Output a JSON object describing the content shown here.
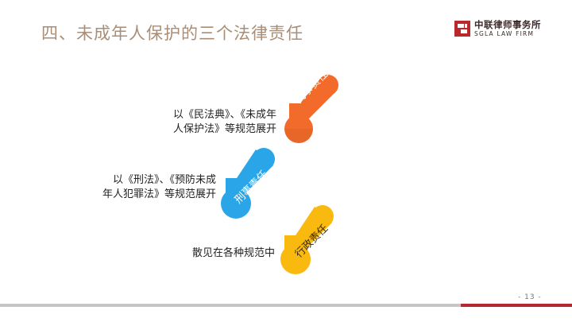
{
  "slide": {
    "title": "四、未成年人保护的三个法律责任",
    "page_number": "- 13 -"
  },
  "logo": {
    "name_cn": "中联律师事务所",
    "name_en": "SGLA LAW FIRM"
  },
  "items": [
    {
      "label": "民事责任",
      "desc_lines": [
        "以《民法典》、《未成年",
        "人保护法》等规范展开"
      ],
      "color": "#f26b2a"
    },
    {
      "label": "刑事责任",
      "desc_lines": [
        "以《刑法》、《预防未成",
        "年人犯罪法》等规范展开"
      ],
      "color": "#2aa6e8"
    },
    {
      "label": "行政责任",
      "desc_lines": [
        "散见在各种规范中"
      ],
      "color": "#f9b90f"
    }
  ],
  "colors": {
    "title": "#a88e77",
    "footer_gray": "#c6c6c6",
    "footer_red": "#b8282d",
    "logo_red": "#b8282d"
  }
}
